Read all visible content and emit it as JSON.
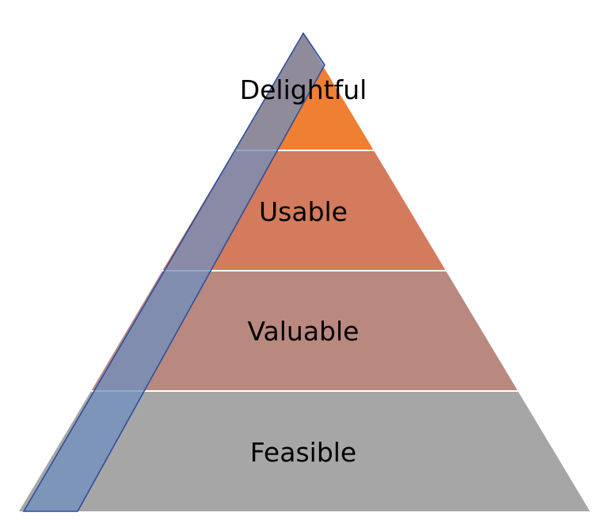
{
  "pyramid": {
    "tiers": [
      {
        "label": "Delightful",
        "color": "#ef7f32"
      },
      {
        "label": "Usable",
        "color": "#d37b5c"
      },
      {
        "label": "Valuable",
        "color": "#b98980"
      },
      {
        "label": "Feasible",
        "color": "#a6a6a6"
      }
    ],
    "overlay": {
      "fill": "#6f8fbf",
      "stroke": "#2f4e9c"
    }
  }
}
